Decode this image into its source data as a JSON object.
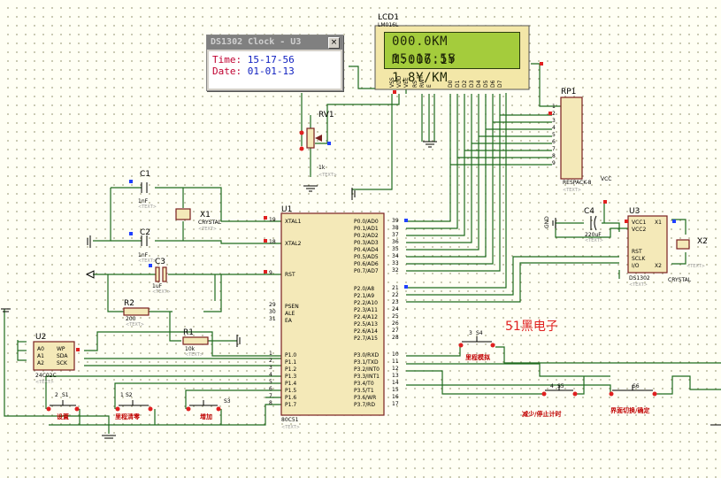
{
  "ds1302_window": {
    "title": "DS1302 Clock - U3",
    "close": "×",
    "time_label": "Time:",
    "time_value": "15-17-56",
    "date_label": "Date:",
    "date_value": "01-01-13"
  },
  "lcd": {
    "ref": "LCD1",
    "model": "LM016L",
    "line1": "000.0KM M:006.1¥",
    "line2": "15:17:55 1.8¥/KM",
    "pins": [
      "VSS",
      "VDD",
      "VEE",
      "RS",
      "RW",
      "E",
      "D0",
      "D1",
      "D2",
      "D3",
      "D4",
      "D5",
      "D6",
      "D7"
    ]
  },
  "rv1": {
    "ref": "RV1",
    "value": "1k"
  },
  "rp1": {
    "ref": "RP1",
    "model": "RESPACK-8",
    "vcc": "VCC"
  },
  "u1": {
    "ref": "U1",
    "model": "80C51",
    "left_pins": [
      "XTAL1",
      "XTAL2",
      "RST",
      "PSEN",
      "ALE",
      "EA",
      "P1.0",
      "P1.1",
      "P1.2",
      "P1.3",
      "P1.4",
      "P1.5",
      "P1.6",
      "P1.7"
    ],
    "left_nums": [
      "19",
      "18",
      "9",
      "29",
      "30",
      "31",
      "1",
      "2",
      "3",
      "4",
      "5",
      "6",
      "7",
      "8"
    ],
    "right_pins": [
      "P0.0/AD0",
      "P0.1/AD1",
      "P0.2/AD2",
      "P0.3/AD3",
      "P0.4/AD4",
      "P0.5/AD5",
      "P0.6/AD6",
      "P0.7/AD7",
      "P2.0/A8",
      "P2.1/A9",
      "P2.2/A10",
      "P2.3/A11",
      "P2.4/A12",
      "P2.5/A13",
      "P2.6/A14",
      "P2.7/A15",
      "P3.0/RXD",
      "P3.1/TXD",
      "P3.2/INT0",
      "P3.3/INT1",
      "P3.4/T0",
      "P3.5/T1",
      "P3.6/WR",
      "P3.7/RD"
    ],
    "right_nums": [
      "39",
      "38",
      "37",
      "36",
      "35",
      "34",
      "33",
      "32",
      "21",
      "22",
      "23",
      "24",
      "25",
      "26",
      "27",
      "28",
      "10",
      "11",
      "12",
      "13",
      "14",
      "15",
      "16",
      "17"
    ]
  },
  "u2": {
    "ref": "U2",
    "model": "24C02C",
    "pins": [
      "A0",
      "A1",
      "A2",
      "WP",
      "SDA",
      "SCK"
    ]
  },
  "u3": {
    "ref": "U3",
    "model": "DS1302",
    "pins": [
      "VCC1",
      "VCC2",
      "RST",
      "SCLK",
      "I/O",
      "X1",
      "X2"
    ]
  },
  "passives": {
    "c1": "C1",
    "c1v": "1nF",
    "c2": "C2",
    "c2v": "1nF",
    "c3": "C3",
    "c3v": "1uF",
    "c4": "C4",
    "c4v": "220uF",
    "x1": "X1",
    "x1v": "CRYSTAL",
    "x2": "X2",
    "x2v": "CRYSTAL",
    "r1": "R1",
    "r1v": "10k",
    "r2": "R2",
    "r2v": "200",
    "gnd": "GND"
  },
  "switches": {
    "s1": "S1",
    "s1n": "2",
    "s1label": "设置",
    "s2": "S2",
    "s2n": "1",
    "s2label": "里程清零",
    "s3": "S3",
    "s3label": "增加",
    "s4": "S4",
    "s4n": "3",
    "s4label": "里程模拟",
    "s5": "S5",
    "s6": "S6",
    "s6n": "4",
    "s6label": "减少/停止计时",
    "s5label": "界面切换/确定"
  },
  "brand": "51黑电子",
  "text_tag": "<TEXT>",
  "colors": {
    "wire": "#1e6b1e",
    "background": "#fffff4",
    "lcd_bg": "#a4cc3c",
    "brand": "#e02020"
  }
}
